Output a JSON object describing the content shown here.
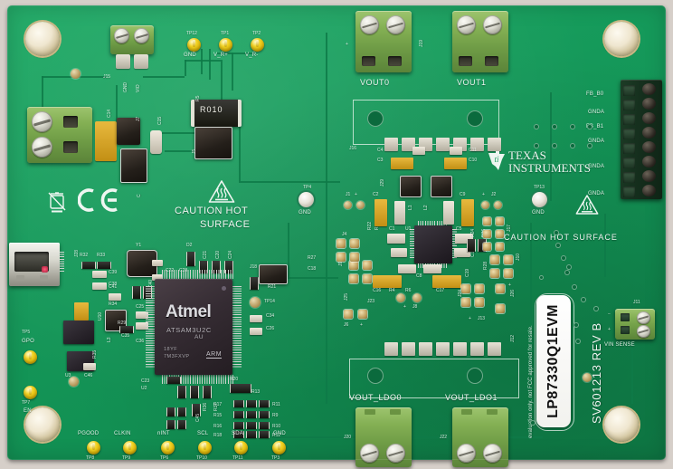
{
  "board": {
    "name": "LP87330Q1EVM",
    "part_label": "LP87330Q1EVM",
    "revision_text": "SV601213 REV B",
    "fcc_text": "evaluation only. not FCC approved for resale.",
    "vendor": {
      "line1": "TEXAS",
      "line2": "INSTRUMENTS"
    },
    "caution_left": {
      "line1": "CAUTION HOT",
      "line2": "SURFACE"
    },
    "caution_right": "CAUTION HOT SURFACE",
    "colors": {
      "pcb_green": "#15995a",
      "silkscreen_white": "#eef6f1",
      "testpoint_yellow": "#f2d324",
      "terminal_green": "#84b054",
      "header_black": "#16301e",
      "gold_pad": "#c09f5e",
      "background": "#d6cfc9"
    }
  },
  "connectors": [
    {
      "ref": "J15",
      "label": "",
      "pins": [
        "GND",
        "VIO"
      ],
      "type": "screw-terminal-2"
    },
    {
      "ref": "J14",
      "label": "",
      "pins": [],
      "type": "screw-terminal-2"
    },
    {
      "ref": "J19",
      "label": "VOUT0",
      "pins": [],
      "type": "screw-terminal-2"
    },
    {
      "ref": "J18b",
      "label": "VOUT1",
      "pins": [],
      "type": "screw-terminal-2"
    },
    {
      "ref": "J20",
      "label": "VOUT_LDO0",
      "pins": [],
      "type": "screw-terminal-2"
    },
    {
      "ref": "J22",
      "label": "VOUT_LDO1",
      "pins": [],
      "type": "screw-terminal-2"
    },
    {
      "ref": "J11",
      "label": "VIN SENSE",
      "pins": [
        "-",
        "+"
      ],
      "type": "screw-terminal-2"
    },
    {
      "ref": "J3",
      "label": "",
      "pins": [
        "FB_B0",
        "GNDA",
        "FB_B1",
        "GNDA",
        "GNDA",
        "GNDA"
      ],
      "type": "header-8"
    },
    {
      "ref": "J28",
      "label": "",
      "pins": [],
      "type": "usb-mini-b"
    }
  ],
  "header_labels_right": [
    "FB_B0",
    "GNDA",
    "FB_B1",
    "GNDA",
    "GNDA",
    "GNDA"
  ],
  "test_points": {
    "top": [
      {
        "ref": "TP12",
        "label": "GND",
        "color": "yellow"
      },
      {
        "ref": "TP1",
        "label": "V_R+",
        "color": "yellow"
      },
      {
        "ref": "TP2",
        "label": "V_R-",
        "color": "yellow"
      }
    ],
    "left": [
      {
        "ref": "TP5",
        "label": "GPO",
        "color": "yellow"
      },
      {
        "ref": "TP7",
        "label": "EN",
        "color": "yellow"
      }
    ],
    "bottom": [
      {
        "ref": "TP8",
        "label": "PGOOD",
        "color": "yellow"
      },
      {
        "ref": "TP9",
        "label": "CLKIN",
        "color": "yellow"
      },
      {
        "ref": "TP6",
        "label": "nINT",
        "color": "yellow"
      },
      {
        "ref": "TP10",
        "label": "SCL",
        "color": "yellow"
      },
      {
        "ref": "TP11",
        "label": "SDA",
        "color": "yellow"
      },
      {
        "ref": "TP3",
        "label": "GND",
        "color": "yellow"
      }
    ],
    "center": [
      {
        "ref": "TP4",
        "label": "GND",
        "color": "white"
      },
      {
        "ref": "TP13",
        "label": "GND",
        "color": "white"
      },
      {
        "ref": "TP14",
        "label": "",
        "color": "copper"
      }
    ]
  },
  "ics": [
    {
      "ref": "U2",
      "brand": "Atmel",
      "part": "ATSAM3U2C",
      "suffix": "AU",
      "arch": "ARM",
      "date_code": "18YF",
      "lot": "7M3FXVP",
      "package": "LQFP"
    },
    {
      "ref": "U1",
      "brand": "",
      "part": "",
      "package": "QFN"
    },
    {
      "ref": "U3",
      "brand": "",
      "part": "",
      "package": "SOT"
    },
    {
      "ref": "U10",
      "brand": "",
      "part": "",
      "package": "SOT"
    }
  ],
  "silkscreen_refs": [
    "J15",
    "GND",
    "VIO",
    "C14",
    "C7",
    "C15",
    "R5",
    "R010",
    "J5",
    "TP12",
    "TP1",
    "TP2",
    "J19",
    "VOUT0",
    "VOUT1",
    "J16",
    "C4",
    "C3",
    "C11",
    "C10",
    "J29",
    "L1",
    "L2",
    "C2",
    "C9",
    "J1",
    "J2",
    "J17",
    "J10",
    "J26",
    "J12",
    "J13",
    "J24",
    "J23",
    "J4",
    "J6",
    "J8",
    "J7",
    "J9",
    "C1",
    "U1",
    "C5",
    "C8",
    "C16",
    "C17",
    "R4",
    "R6",
    "R20",
    "C13",
    "C19",
    "C6",
    "C12",
    "TP4",
    "TP13",
    "TP14",
    "R21",
    "J18",
    "R27",
    "C18",
    "U2",
    "C23",
    "C45",
    "R36",
    "R37",
    "R17",
    "R15",
    "R16",
    "R18",
    "R13",
    "R11",
    "R9",
    "R10",
    "R12",
    "R26",
    "R24",
    "R28",
    "R32",
    "R33",
    "C39",
    "C38",
    "C41",
    "R34",
    "C40",
    "C22",
    "C28",
    "C21",
    "C20",
    "C24",
    "D2",
    "C25",
    "C35",
    "C36",
    "C37",
    "C26",
    "C34",
    "C33",
    "U3",
    "C46",
    "R35",
    "U10",
    "J20",
    "J22",
    "J11",
    "J3",
    "J28",
    "TP5",
    "TP7",
    "TP8",
    "TP9",
    "TP6",
    "TP10",
    "TP11",
    "TP3",
    "R22",
    "R23",
    "C29",
    "C30",
    "R29",
    "C27",
    "R8",
    "PGOOD",
    "CLKIN",
    "nINT",
    "SCL",
    "SDA",
    "GND"
  ],
  "markings": {
    "rohs_icon": "crossed-out-wheelie-bin",
    "ce_mark": "CE",
    "hot_surface_icon": "hot-surface-triangle",
    "resistor_marking": "R010"
  }
}
